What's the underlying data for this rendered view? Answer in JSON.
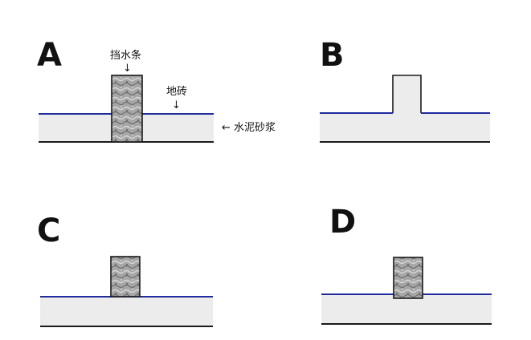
{
  "panels": [
    {
      "letter": "A"
    },
    {
      "letter": "B"
    },
    {
      "letter": "C"
    },
    {
      "letter": "D"
    }
  ],
  "callouts": {
    "strip": "挡水条",
    "tile": "地砖",
    "mortar": "水泥砂浆"
  },
  "arrows": {
    "down": "↓",
    "left": "←"
  },
  "colors": {
    "tile_line": "#1f2a9c",
    "mortar_fill": "#ececec",
    "base_line": "#1a1a1a",
    "strip_fill": "#a9a9a9",
    "strip_outline": "#1a1a1a",
    "letter": "#111111"
  }
}
